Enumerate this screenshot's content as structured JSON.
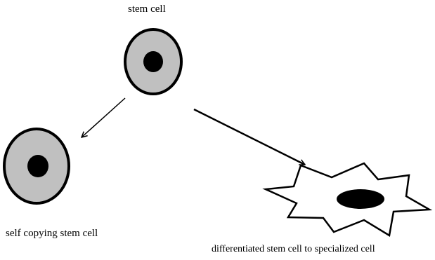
{
  "labels": {
    "stem_cell": "stem cell",
    "self_copying": "self copying stem cell",
    "differentiated": "differentiated stem cell to specialized cell"
  },
  "colors": {
    "cytoplasm": "#c0c0c0",
    "nucleus": "#000000",
    "outline": "#000000",
    "specialized_fill": "#ffffff"
  }
}
